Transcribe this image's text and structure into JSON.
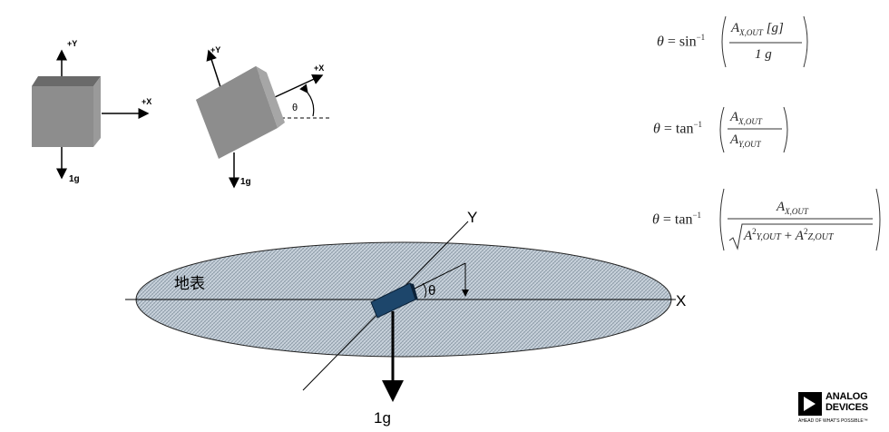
{
  "cube1": {
    "y_label": "+Y",
    "x_label": "+X",
    "g_label": "1g"
  },
  "cube2": {
    "y_label": "+Y",
    "x_label": "+X",
    "g_label": "1g",
    "angle_label": "θ"
  },
  "earth": {
    "label": "地表",
    "y_axis": "Y",
    "x_axis": "X",
    "angle_label": "θ",
    "g_label": "1g"
  },
  "eq1": {
    "lhs": "θ",
    "func": "sin",
    "exp": "−1",
    "num": "A",
    "num_sub": "X,OUT",
    "num_extra": "[g]",
    "den": "1 g"
  },
  "eq2": {
    "lhs": "θ",
    "func": "tan",
    "exp": "−1",
    "num": "A",
    "num_sub": "X,OUT",
    "den": "A",
    "den_sub": "Y,OUT"
  },
  "eq3": {
    "lhs": "θ",
    "func": "tan",
    "exp": "−1",
    "num": "A",
    "num_sub": "X,OUT",
    "rad_a": "A",
    "rad_a_exp": "2",
    "rad_a_sub": "Y,OUT",
    "plus": "+",
    "rad_b": "A",
    "rad_b_exp": "2",
    "rad_b_sub": "Z,OUT"
  },
  "logo": {
    "line1": "ANALOG",
    "line2": "DEVICES",
    "tagline": "AHEAD OF WHAT'S POSSIBLE™"
  }
}
